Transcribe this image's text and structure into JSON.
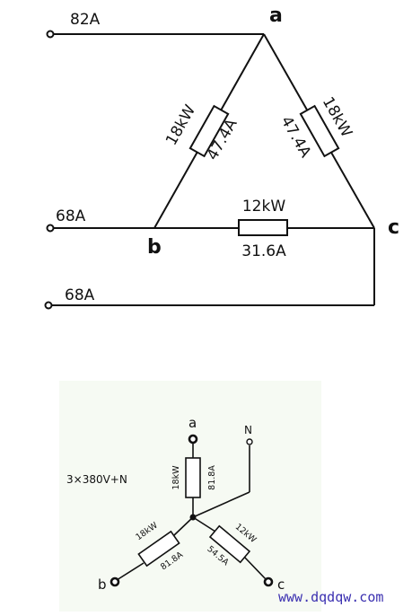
{
  "colors": {
    "background": "#ffffff",
    "lower_panel_background": "#f6faf3",
    "line": "#111111",
    "watermark": "#3a2fb0"
  },
  "delta_circuit": {
    "nodes": {
      "a": "a",
      "b": "b",
      "c": "c"
    },
    "line_currents": {
      "a": "82A",
      "b": "68A",
      "c": "68A"
    },
    "loads": {
      "ab": {
        "power": "18kW",
        "current": "47.4A"
      },
      "ac": {
        "power": "18kW",
        "current": "47.4A"
      },
      "bc": {
        "power": "12kW",
        "current": "31.6A"
      }
    }
  },
  "star_circuit": {
    "supply": "3×380V+N",
    "neutral": "N",
    "nodes": {
      "a": "a",
      "b": "b",
      "c": "c"
    },
    "loads": {
      "a": {
        "power": "18kW",
        "current": "81.8A"
      },
      "b": {
        "power": "18kW",
        "current": "81.8A"
      },
      "c": {
        "power": "12kW",
        "current": "54.5A"
      }
    }
  },
  "watermark": "www.dqdqw.com"
}
